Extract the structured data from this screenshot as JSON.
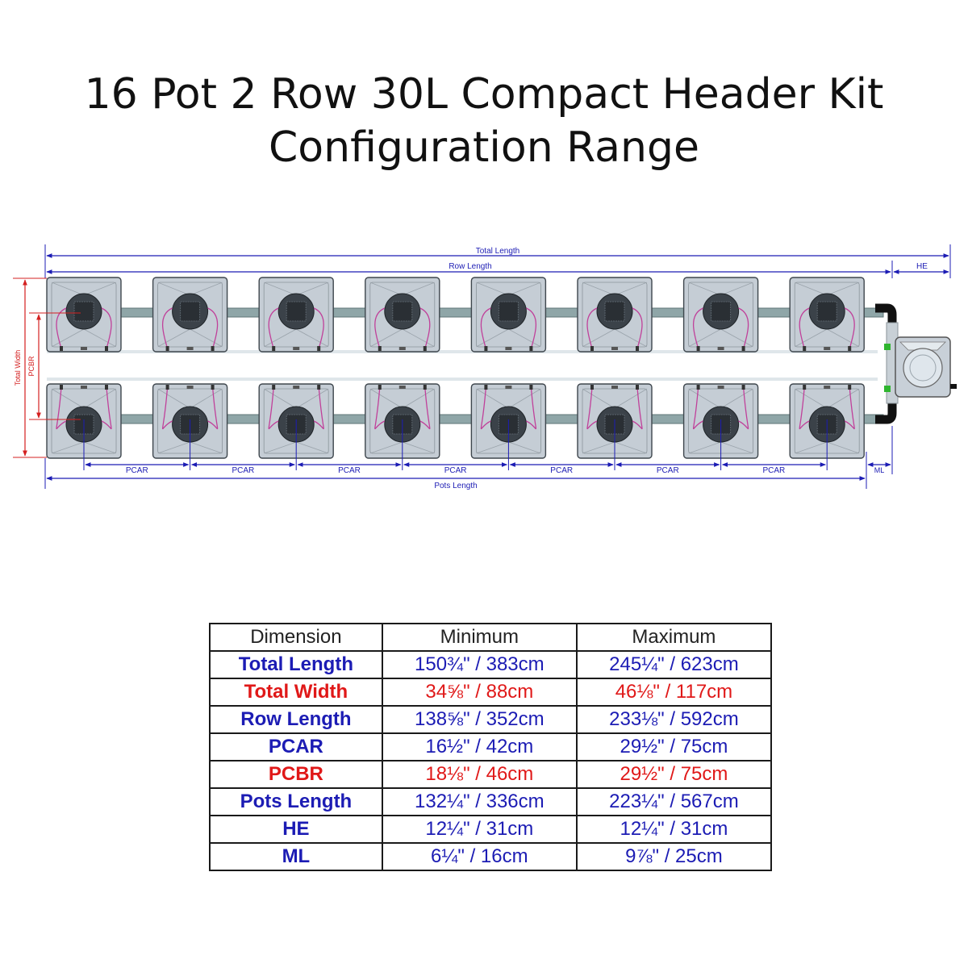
{
  "title": {
    "line1": "16 Pot 2 Row 30L Compact Header Kit",
    "line2": "Configuration Range"
  },
  "diagram": {
    "labels": {
      "total_length": "Total Length",
      "row_length": "Row Length",
      "he": "HE",
      "total_width": "Total Width",
      "pcbr": "PCBR",
      "pcar": "PCAR",
      "ml": "ML",
      "pots_length": "Pots Length"
    },
    "pots_per_row": 8,
    "rows": 2,
    "colors": {
      "blue_dimension": "#1c1cb4",
      "red_dimension": "#d42020",
      "pot_body": "#c5cdd5",
      "pipe": "#8fa6a8",
      "tubing": "#c0409a",
      "header_fitting": "#111111",
      "valve": "#2fb52f"
    },
    "icons": [
      "pot-icon",
      "net-basket-icon",
      "header-tank-icon",
      "pipe-icon",
      "elbow-icon",
      "valve-icon"
    ]
  },
  "table": {
    "headers": [
      "Dimension",
      "Minimum",
      "Maximum"
    ],
    "rows": [
      {
        "dimension": "Total Length",
        "minimum": "150¾\" / 383cm",
        "maximum": "245¼\" / 623cm",
        "color": "blue"
      },
      {
        "dimension": "Total Width",
        "minimum": "34⅝\" / 88cm",
        "maximum": "46⅛\" / 117cm",
        "color": "red"
      },
      {
        "dimension": "Row Length",
        "minimum": "138⅝\" / 352cm",
        "maximum": "233⅛\" / 592cm",
        "color": "blue"
      },
      {
        "dimension": "PCAR",
        "minimum": "16½\" / 42cm",
        "maximum": "29½\" / 75cm",
        "color": "blue"
      },
      {
        "dimension": "PCBR",
        "minimum": "18⅛\" / 46cm",
        "maximum": "29½\" / 75cm",
        "color": "red"
      },
      {
        "dimension": "Pots Length",
        "minimum": "132¼\" / 336cm",
        "maximum": "223¼\" / 567cm",
        "color": "blue"
      },
      {
        "dimension": "HE",
        "minimum": "12¼\" / 31cm",
        "maximum": "12¼\" / 31cm",
        "color": "blue"
      },
      {
        "dimension": "ML",
        "minimum": "6¼\" / 16cm",
        "maximum": "9⅞\" / 25cm",
        "color": "blue"
      }
    ]
  }
}
